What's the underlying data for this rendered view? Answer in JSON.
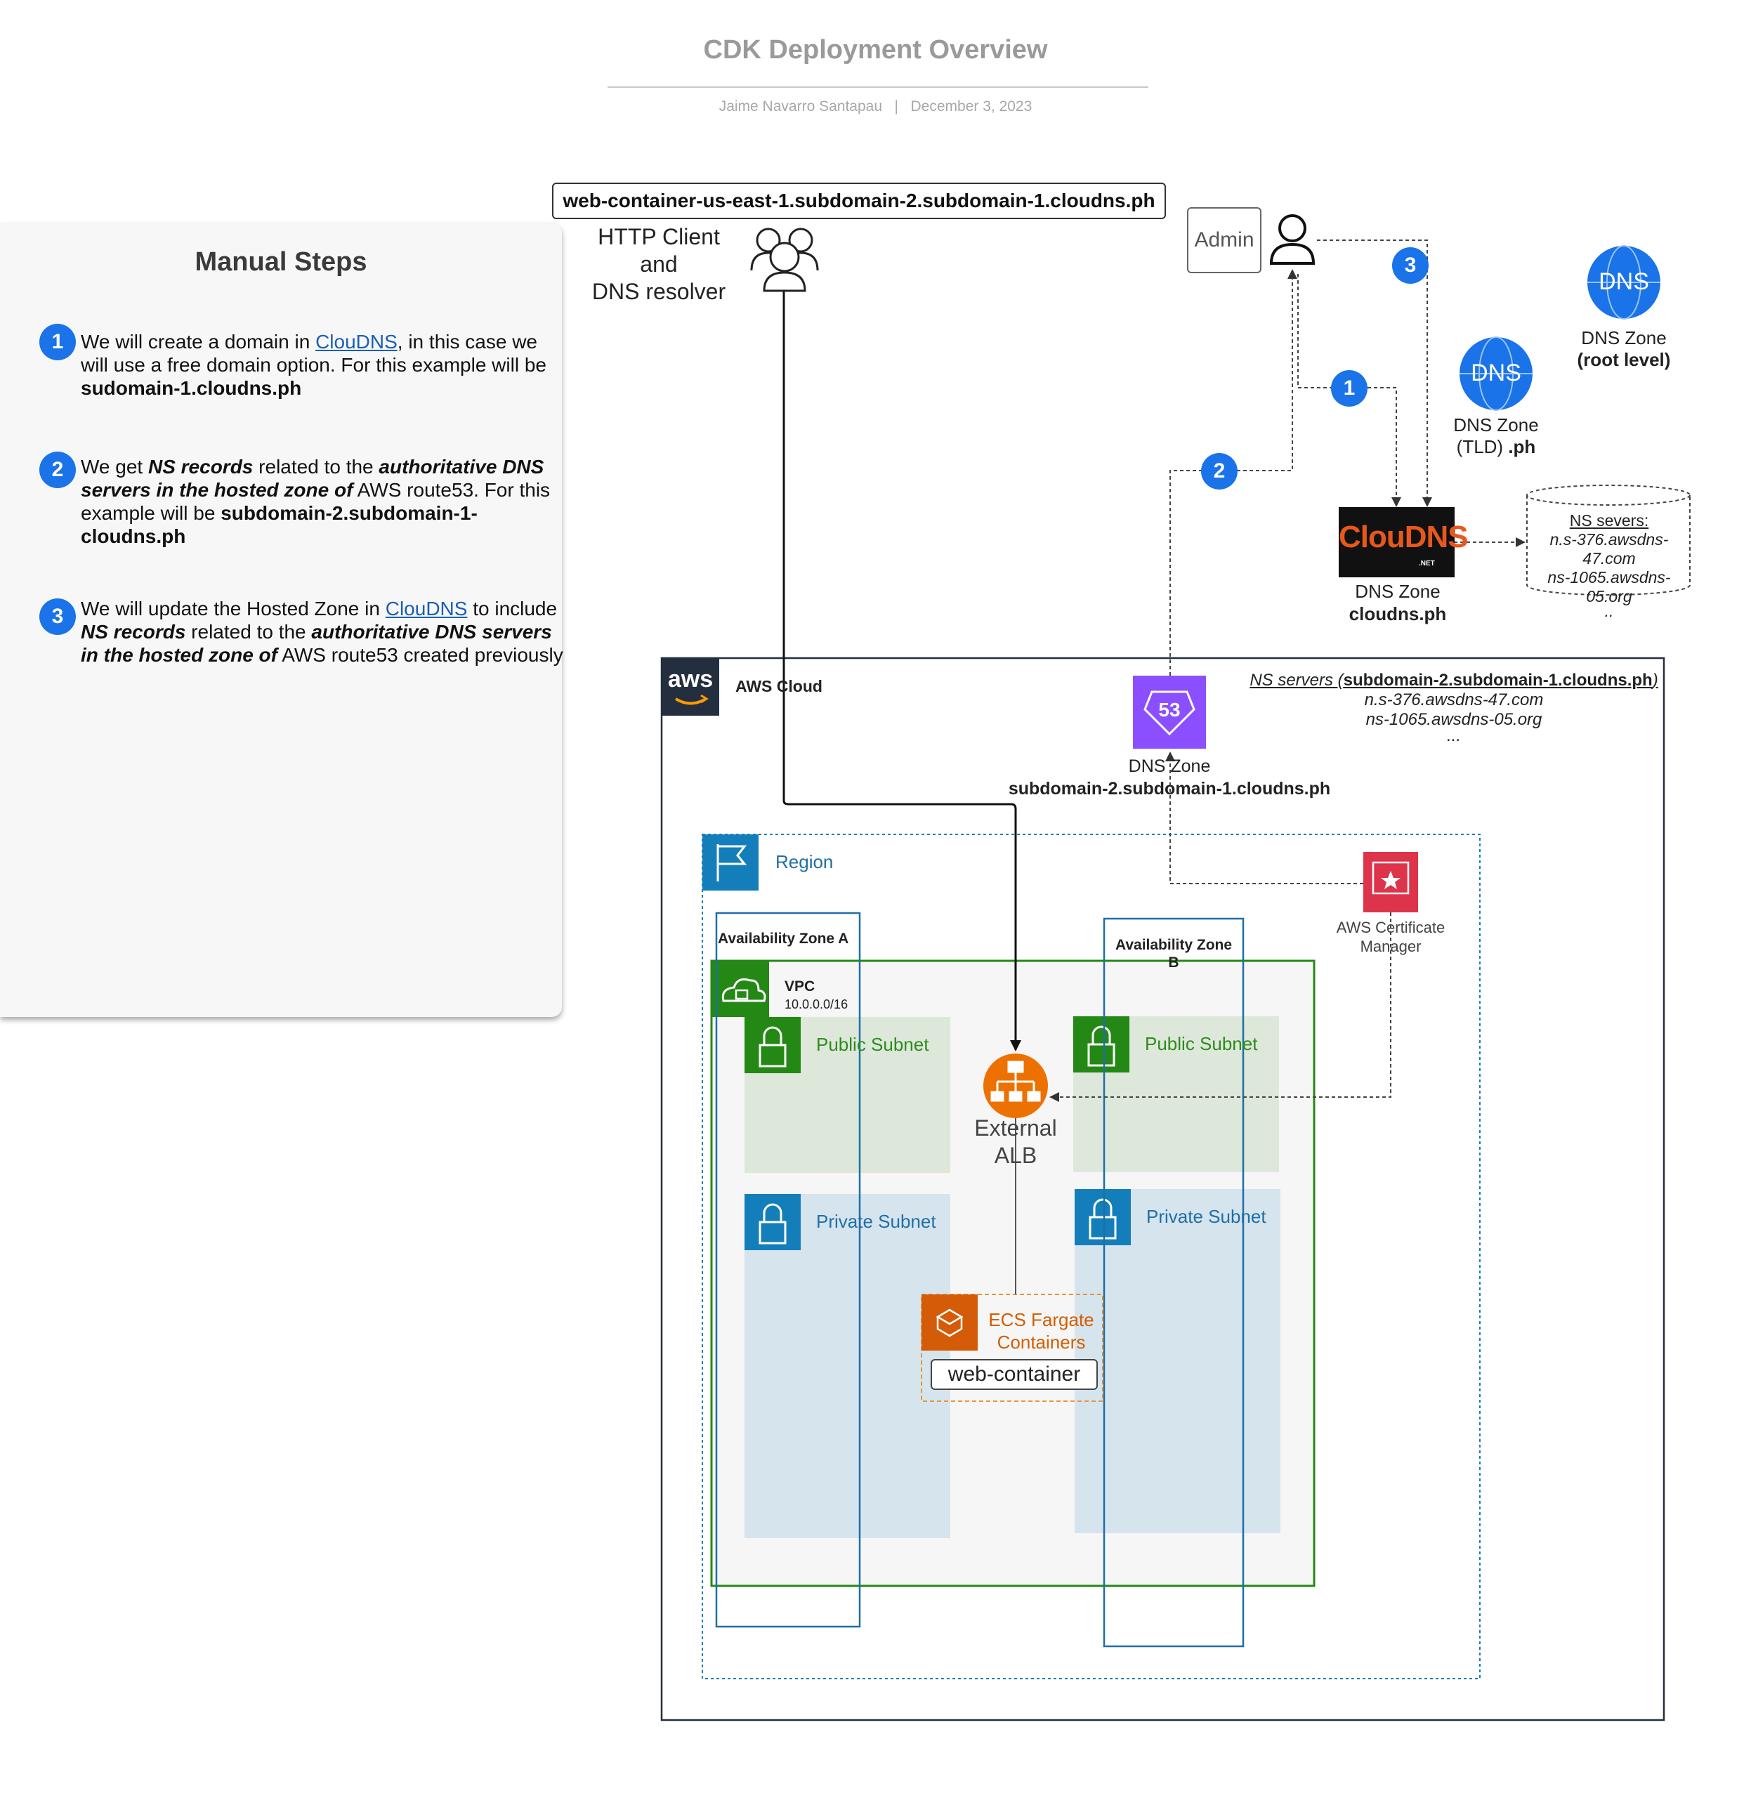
{
  "header": {
    "title": "CDK Deployment Overview",
    "author": "Jaime Navarro Santapau",
    "separator": "|",
    "date": "December 3, 2023"
  },
  "manual_steps": {
    "title": "Manual Steps",
    "steps": [
      {
        "number": "1",
        "text_a": "We will  create a domain in ",
        "link": "ClouDNS",
        "text_b": ", in this case we will use a free domain option. For this example will be ",
        "bold": "sudomain-1.cloudns.ph"
      },
      {
        "number": "2",
        "text_a": "We get ",
        "bi_1": "NS records",
        "text_b": " related to the ",
        "bi_2": "authoritative DNS servers in the hosted zone of",
        "text_c": " AWS route53. For this example will be ",
        "bold": "subdomain-2.subdomain-1-cloudns.ph"
      },
      {
        "number": "3",
        "text_a": "We will update the Hosted Zone in ",
        "link": "ClouDNS",
        "text_b": " to include ",
        "bi_1": "NS records",
        "text_c": " related to the ",
        "bi_2": "authoritative DNS servers in the hosted zone of",
        "text_d": " AWS route53 created previously"
      }
    ]
  },
  "diagram": {
    "url": "web-container-us-east-1.subdomain-2.subdomain-1.cloudns.ph",
    "http_client": [
      "HTTP Client",
      "and",
      "DNS resolver"
    ],
    "admin": "Admin",
    "badges": [
      "1",
      "2",
      "3"
    ],
    "dns_icon_text": "DNS",
    "dns_root": {
      "line1": "DNS Zone",
      "line2": "(root level)"
    },
    "dns_tld": {
      "line1": "DNS Zone",
      "line2a": "(TLD) ",
      "line2b": ".ph"
    },
    "cloudns": {
      "logo": "ClouDNS",
      "logo_suffix": ".NET",
      "line1": "DNS Zone",
      "line2": "cloudns.ph"
    },
    "ns_cylinder": {
      "title": "NS severs:",
      "lines": [
        "n.s-376.awsdns-47.com",
        "ns-1065.awsdns-05.org",
        ".."
      ]
    },
    "aws_logo": "aws",
    "aws_cloud": "AWS Cloud",
    "route53": {
      "icon": "53",
      "line1": "DNS Zone",
      "line2": "subdomain-2.subdomain-1.cloudns.ph"
    },
    "ns_servers": {
      "prefix": "NS servers (",
      "domain": "subdomain-2.subdomain-1.cloudns.ph",
      "suffix": ")",
      "lines": [
        "n.s-376.awsdns-47.com",
        "ns-1065.awsdns-05.org",
        "..."
      ]
    },
    "region": "Region",
    "cert_manager": [
      "AWS Certificate",
      "Manager"
    ],
    "az_a": "Availability Zone A",
    "az_b": [
      "Availability Zone",
      "B"
    ],
    "vpc": {
      "name": "VPC",
      "cidr": "10.0.0.0/16"
    },
    "public_subnet": "Public Subnet",
    "private_subnet": "Private Subnet",
    "alb": [
      "External",
      "ALB"
    ],
    "ecs": [
      "ECS Fargate",
      "Containers"
    ],
    "web_container": "web-container",
    "colors": {
      "badge": "#1a73e8",
      "aws_dark": "#232f3e",
      "route53": "#8c4fff",
      "cert": "#dd344c",
      "region_blue": "#147eba",
      "vpc_green": "#248814",
      "alb_orange": "#ed7100",
      "ecs_orange": "#d45b07"
    }
  }
}
